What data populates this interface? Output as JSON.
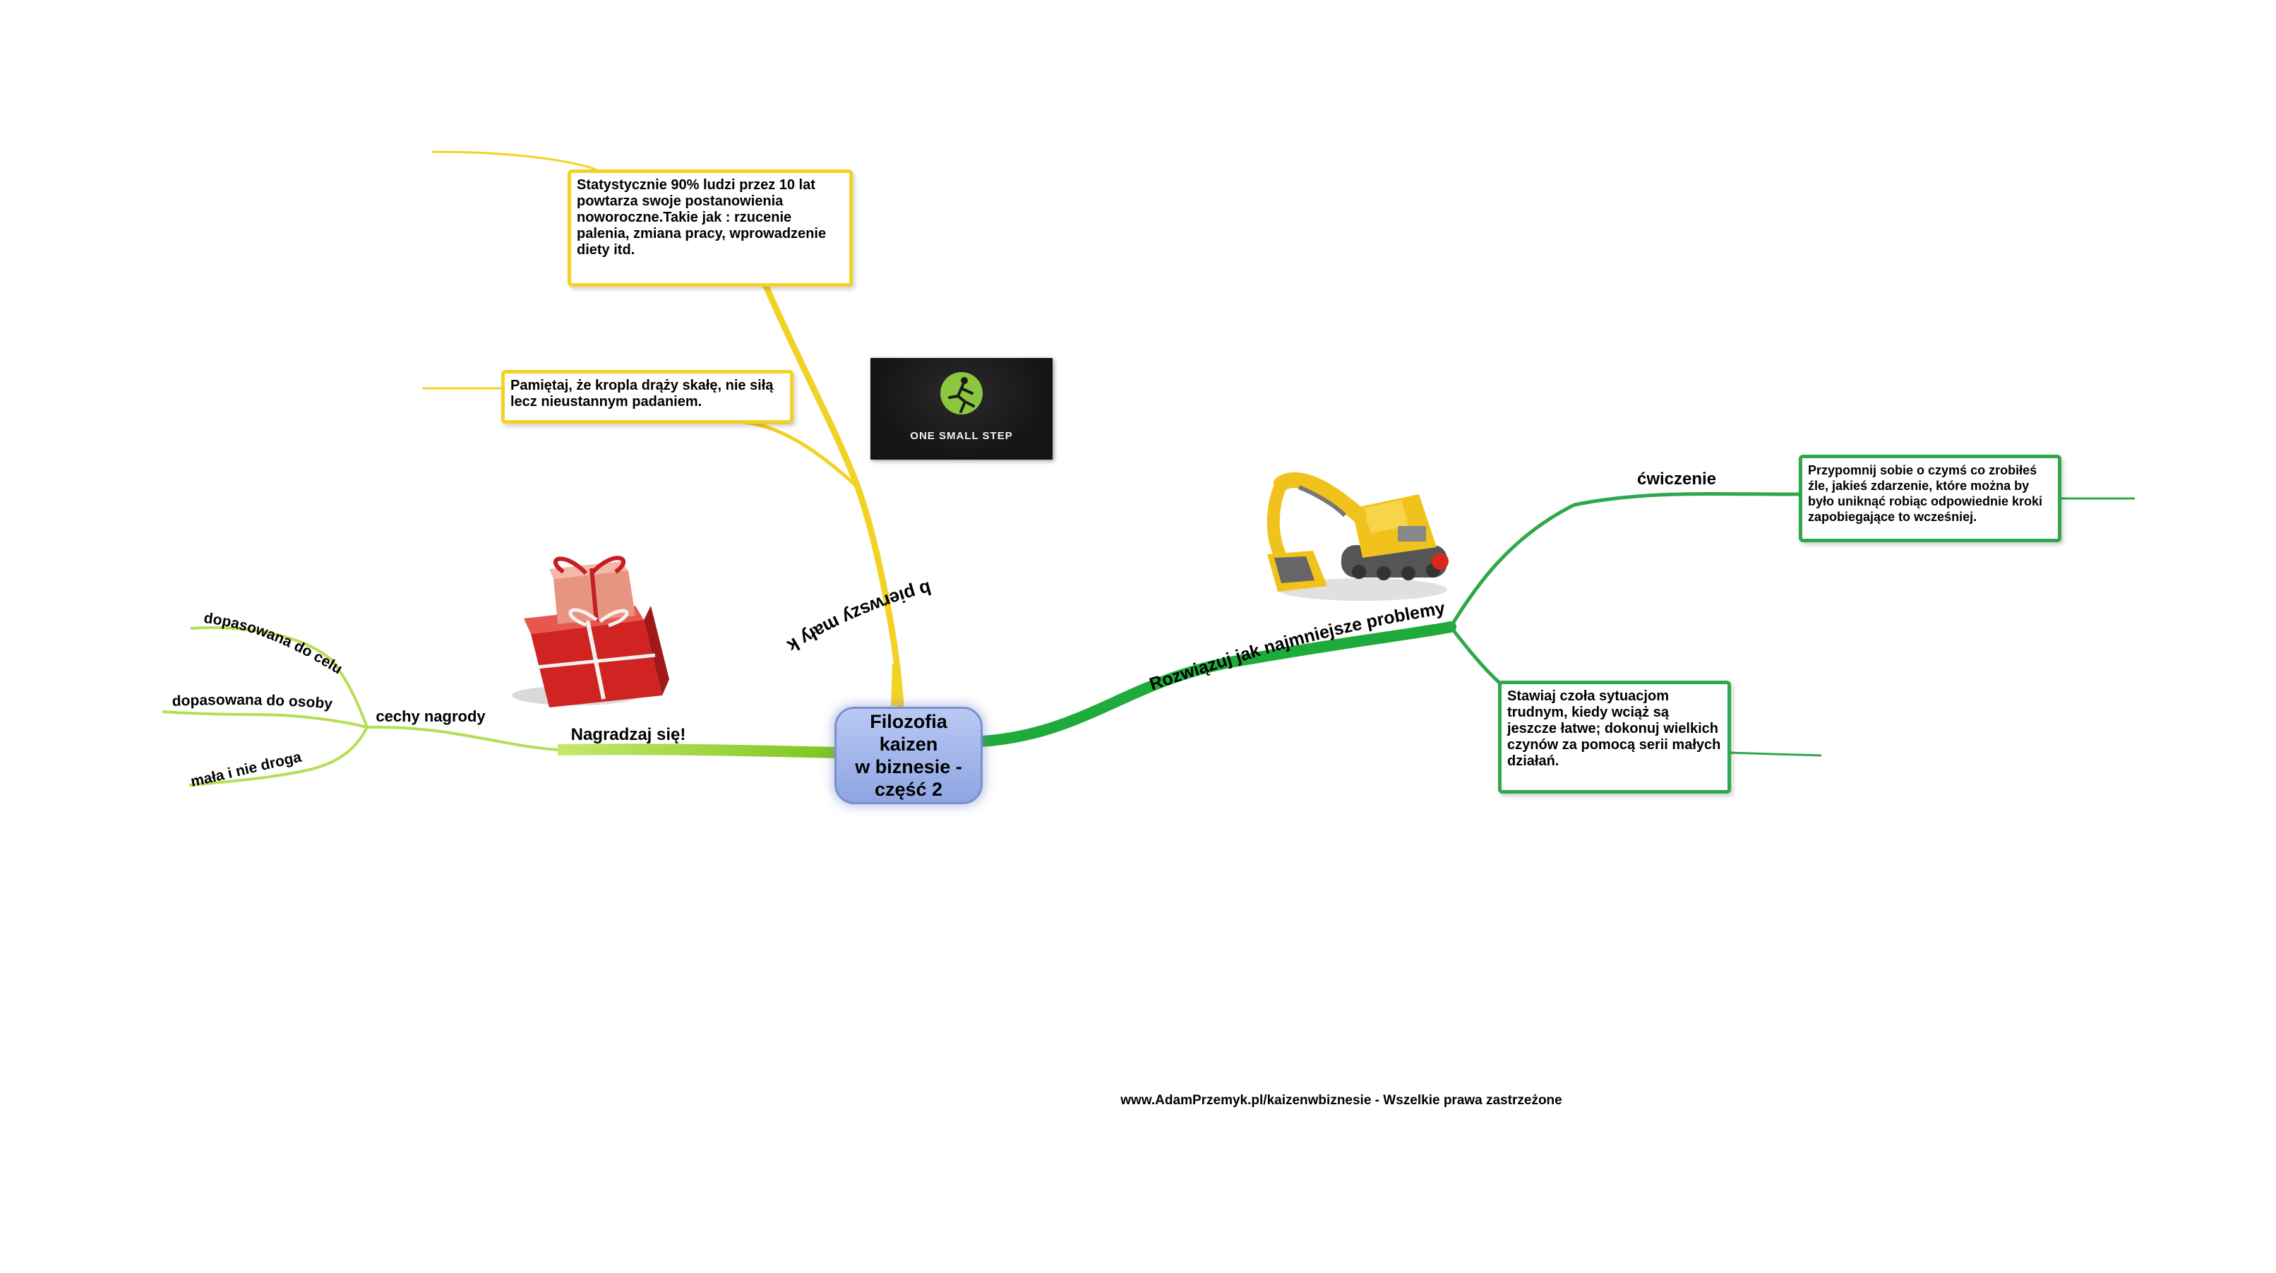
{
  "center": {
    "line1": "Filozofia kaizen",
    "line2": "w biznesie -",
    "line3": "część 2"
  },
  "branches": {
    "first_step": {
      "label": "Zrób pierwszy mały krok",
      "note_statistics": "Statystycznie 90% ludzi przez 10 lat powtarza swoje postanowienia noworoczne.Takie jak : rzucenie palenia, zmiana pracy, wprowadzenie diety itd.",
      "note_drop": "Pamiętaj, że kropla drąży skałę, nie siłą lecz nieustannym padaniem.",
      "image_caption": "ONE SMALL STEP"
    },
    "reward": {
      "label": "Nagradzaj się!",
      "sub_label": "cechy nagrody",
      "features": [
        "dopasowana do celu",
        "dopasowana do osoby",
        "mała i nie droga"
      ],
      "image": "gift-boxes"
    },
    "problems": {
      "label": "Rozwiązuj jak najmniejsze problemy",
      "exercise_label": "ćwiczenie",
      "note_exercise": "Przypomnij sobie o czymś co zrobiłeś źle, jakieś zdarzenie, które można by było uniknąć robiąc odpowiednie kroki zapobiegające to wcześniej.",
      "note_face": "Stawiaj czoła sytuacjom trudnym, kiedy wciąż są jeszcze łatwe; dokonuj wielkich czynów za pomocą serii małych działań.",
      "image": "toy-excavator"
    }
  },
  "footer": "www.AdamPrzemyk.pl/kaizenwbiznesie - Wszelkie prawa zastrzeżone",
  "colors": {
    "yellow": "#f3d226",
    "lime": "#8fd02a",
    "green": "#2fa84a",
    "center_fill": "#9fb3ea"
  }
}
